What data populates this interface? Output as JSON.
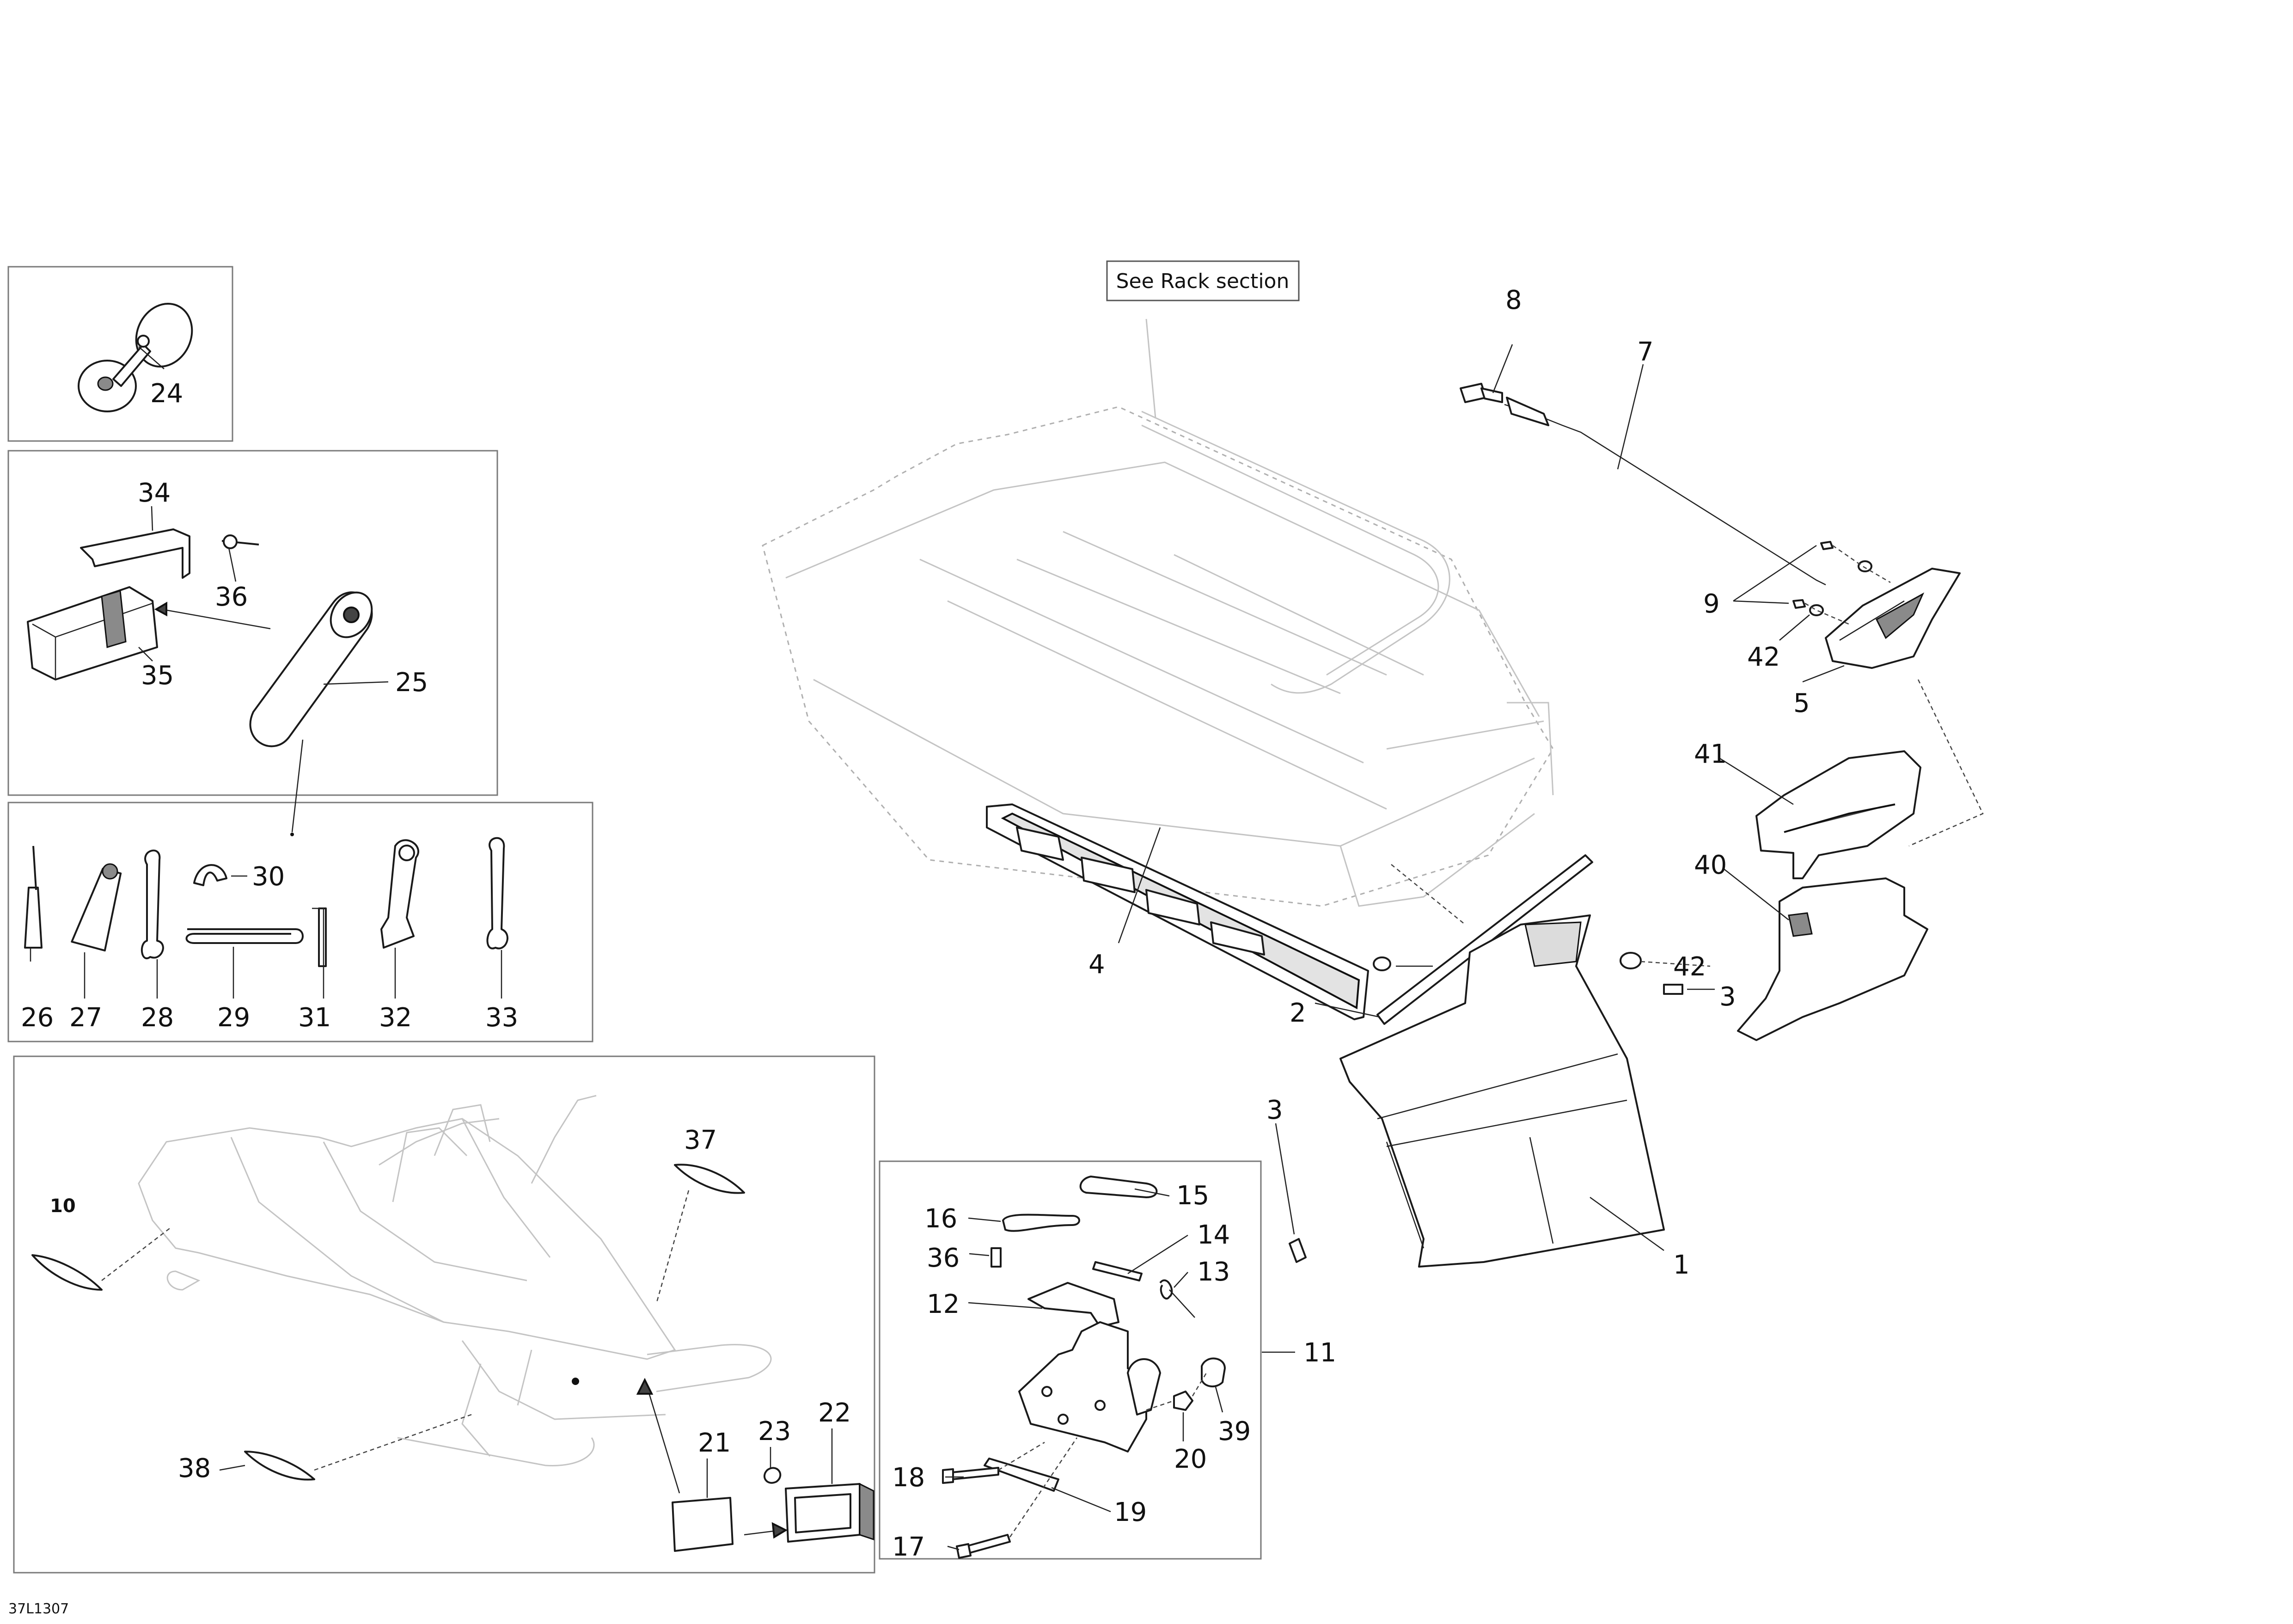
{
  "diagram": {
    "reference_code": "37L1307",
    "rack_note": "See Rack section",
    "callouts": {
      "c1": "1",
      "c2": "2",
      "c3a": "3",
      "c3b": "3",
      "c4": "4",
      "c5": "5",
      "c7": "7",
      "c8": "8",
      "c9": "9",
      "c10": "10",
      "c11": "11",
      "c12": "12",
      "c13": "13",
      "c14": "14",
      "c15": "15",
      "c16": "16",
      "c17": "17",
      "c18": "18",
      "c19": "19",
      "c20": "20",
      "c21": "21",
      "c22": "22",
      "c23": "23",
      "c24": "24",
      "c25": "25",
      "c26": "26",
      "c27": "27",
      "c28": "28",
      "c29": "29",
      "c30": "30",
      "c31": "31",
      "c32": "32",
      "c33": "33",
      "c34": "34",
      "c35": "35",
      "c36a": "36",
      "c36b": "36",
      "c37": "37",
      "c38": "38",
      "c39": "39",
      "c40": "40",
      "c41": "41",
      "c42a": "42",
      "c42b": "42"
    }
  }
}
